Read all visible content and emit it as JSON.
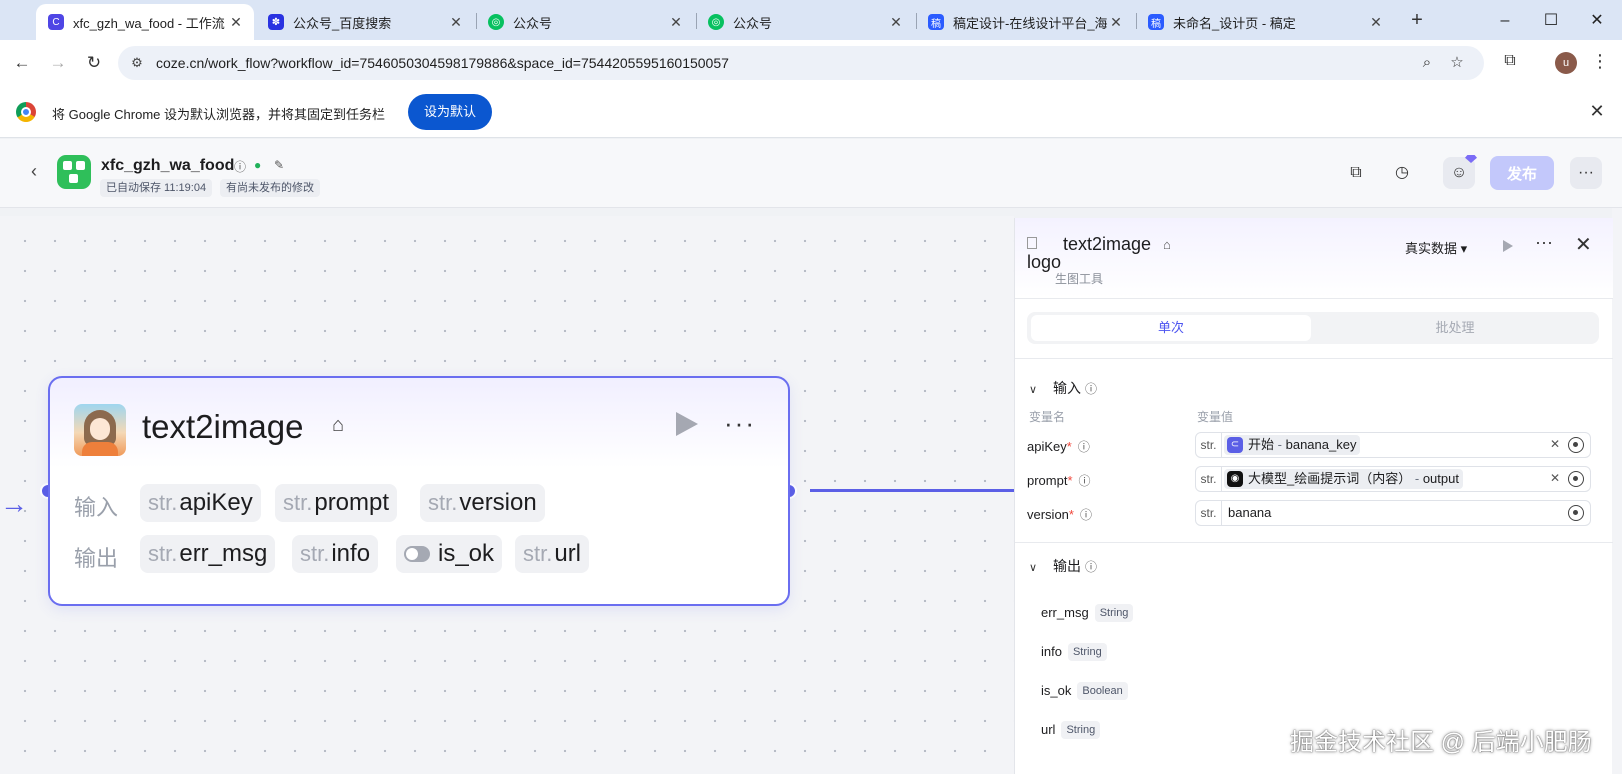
{
  "browser": {
    "tabs": [
      {
        "title": "xfc_gzh_wa_food - 工作流 -",
        "favicon": "coze-icon",
        "color": "#4f46e5",
        "glyph": "C"
      },
      {
        "title": "公众号_百度搜索",
        "favicon": "baidu-paw-icon",
        "color": "#2932e1",
        "glyph": "🐾"
      },
      {
        "title": "公众号",
        "favicon": "wechat-mp-icon",
        "color": "#07c160",
        "glyph": "◎"
      },
      {
        "title": "公众号",
        "favicon": "wechat-mp-icon",
        "color": "#07c160",
        "glyph": "◎"
      },
      {
        "title": "稿定设计-在线设计平台_海报",
        "favicon": "gaoding-icon",
        "color": "#2b5cff",
        "glyph": "稿"
      },
      {
        "title": "未命名_设计页 - 稿定",
        "favicon": "gaoding-icon",
        "color": "#2b5cff",
        "glyph": "稿"
      }
    ],
    "url": "coze.cn/work_flow?workflow_id=7546050304598179886&space_id=7544205595160150057",
    "profile_initial": "u"
  },
  "infobar": {
    "message": "将 Google Chrome 设为默认浏览器，并将其固定到任务栏",
    "button": "设为默认"
  },
  "app": {
    "workflow_name": "xfc_gzh_wa_food",
    "autosave": "已自动保存 11:19:04",
    "unpublished": "有尚未发布的修改",
    "publish_label": "发布"
  },
  "node": {
    "title": "text2image",
    "input_label": "输入",
    "output_label": "输出",
    "type_prefix": "str.",
    "inputs": [
      "apiKey",
      "prompt",
      "version"
    ],
    "outputs": [
      "err_msg",
      "info",
      "is_ok",
      "url"
    ]
  },
  "panel": {
    "logo_alt": "logo",
    "title": "text2image",
    "subtitle": "生图工具",
    "data_mode": "真实数据",
    "tabs": [
      "单次",
      "批处理"
    ],
    "input_section": "输入",
    "col_name": "变量名",
    "col_value": "变量值",
    "params": [
      {
        "name": "apiKey",
        "type": "str.",
        "source": "开始",
        "sep": "-",
        "value": "banana_key",
        "ref_color": "#5b5fe6"
      },
      {
        "name": "prompt",
        "type": "str.",
        "source": "大模型_绘画提示词（内容）",
        "sep": "-",
        "value": "output",
        "ref_color": "#111111"
      },
      {
        "name": "version",
        "type": "str.",
        "value": "banana"
      }
    ],
    "output_section": "输出",
    "outputs": [
      {
        "name": "err_msg",
        "type": "String"
      },
      {
        "name": "info",
        "type": "String"
      },
      {
        "name": "is_ok",
        "type": "Boolean"
      },
      {
        "name": "url",
        "type": "String"
      }
    ]
  },
  "watermark": "掘金技术社区 @ 后端小肥肠"
}
